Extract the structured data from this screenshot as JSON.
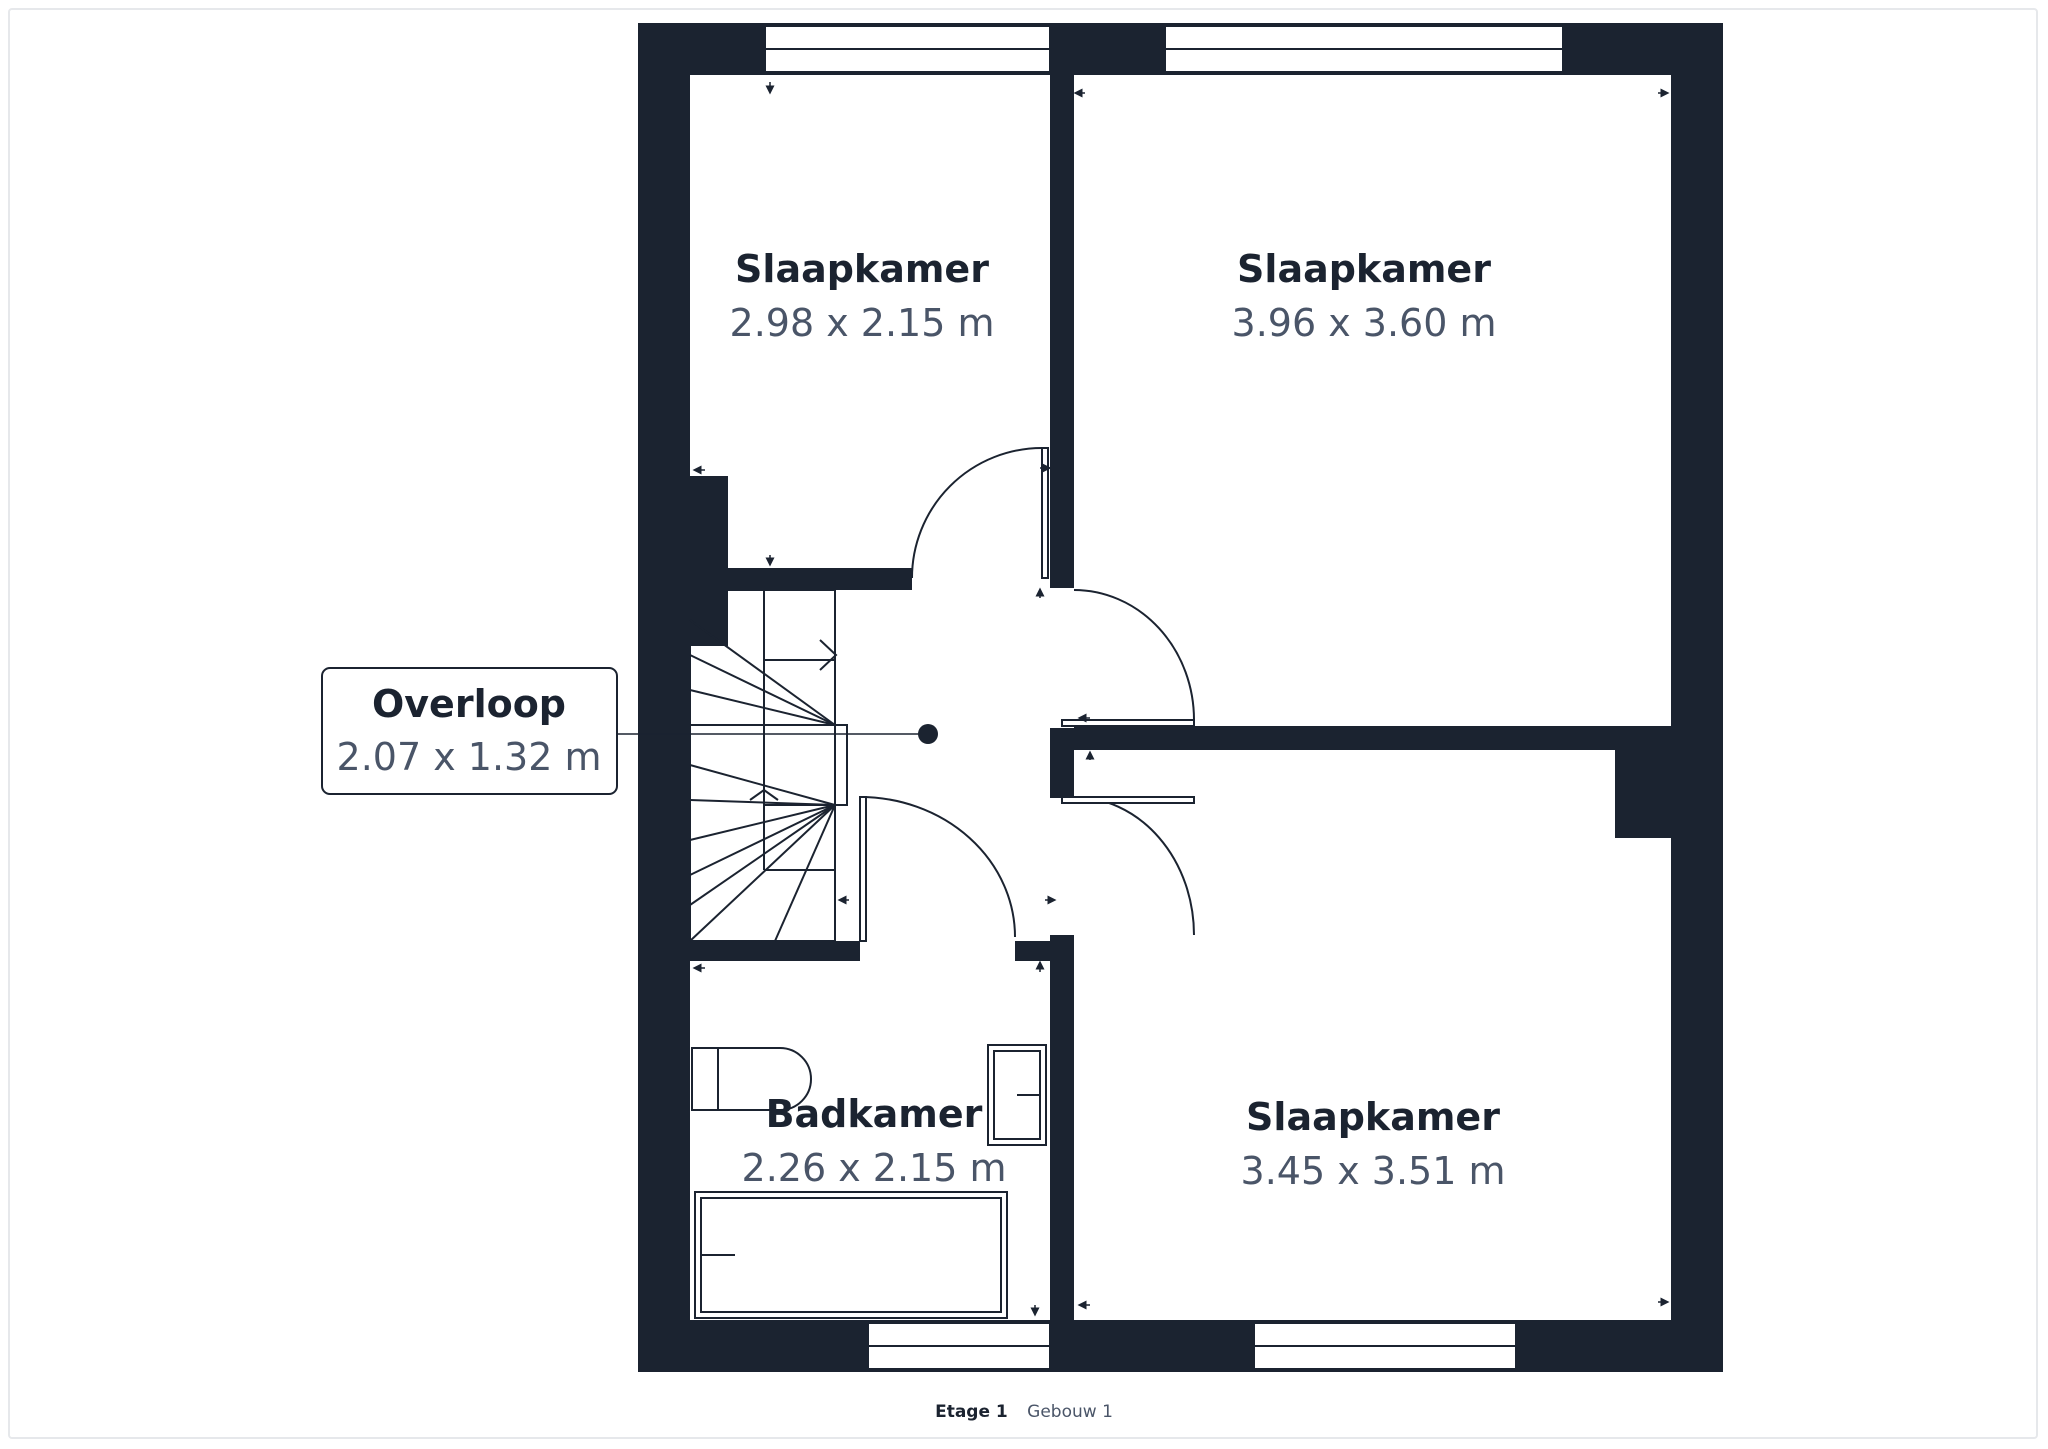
{
  "colors": {
    "wall": "#1b2330",
    "text_dark": "#1b2330",
    "text_dim": "#4a5568",
    "frame": "#e6e8eb"
  },
  "rooms": [
    {
      "name": "Slaapkamer",
      "dims": "2.98 x 2.15 m"
    },
    {
      "name": "Slaapkamer",
      "dims": "3.96 x 3.60 m"
    },
    {
      "name": "Overloop",
      "dims": "2.07 x 1.32 m"
    },
    {
      "name": "Badkamer",
      "dims": "2.26 x 2.15 m"
    },
    {
      "name": "Slaapkamer",
      "dims": "3.45 x 3.51 m"
    }
  ],
  "footer": {
    "floor": "Etage 1",
    "building": "Gebouw 1"
  }
}
